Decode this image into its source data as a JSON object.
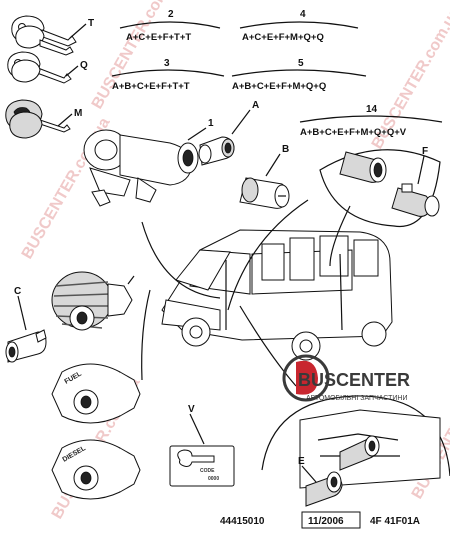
{
  "watermark": {
    "text": "BUSCENTER.com.ua"
  },
  "brand": {
    "name": "BUSCENTER",
    "tagline": "АВТОМОБІЛЬНІ ЗАПЧАСТИНИ",
    "color_primary": "#c8262f",
    "color_dark": "#3a3a3a"
  },
  "part_labels": {
    "T": "T",
    "Q": "Q",
    "M": "M",
    "A": "A",
    "B": "B",
    "C": "C",
    "F": "F",
    "V": "V",
    "E": "E",
    "one": "1"
  },
  "kits": [
    {
      "number": "2",
      "formula": "A+C+E+F+T+T"
    },
    {
      "number": "4",
      "formula": "A+C+E+F+M+Q+Q"
    },
    {
      "number": "3",
      "formula": "A+B+C+E+F+T+T"
    },
    {
      "number": "5",
      "formula": "A+B+C+E+F+M+Q+Q"
    },
    {
      "number": "14",
      "formula": "A+B+C+E+F+M+Q+Q+V"
    }
  ],
  "fuel_caps": {
    "fuel_text": "FUEL",
    "diesel_text": "DIESEL"
  },
  "code_card": {
    "code_text": "CODE",
    "digits_text": "0000"
  },
  "footer": {
    "ref": "44415010",
    "date": "11/2006",
    "code": "4F 41F01A"
  }
}
